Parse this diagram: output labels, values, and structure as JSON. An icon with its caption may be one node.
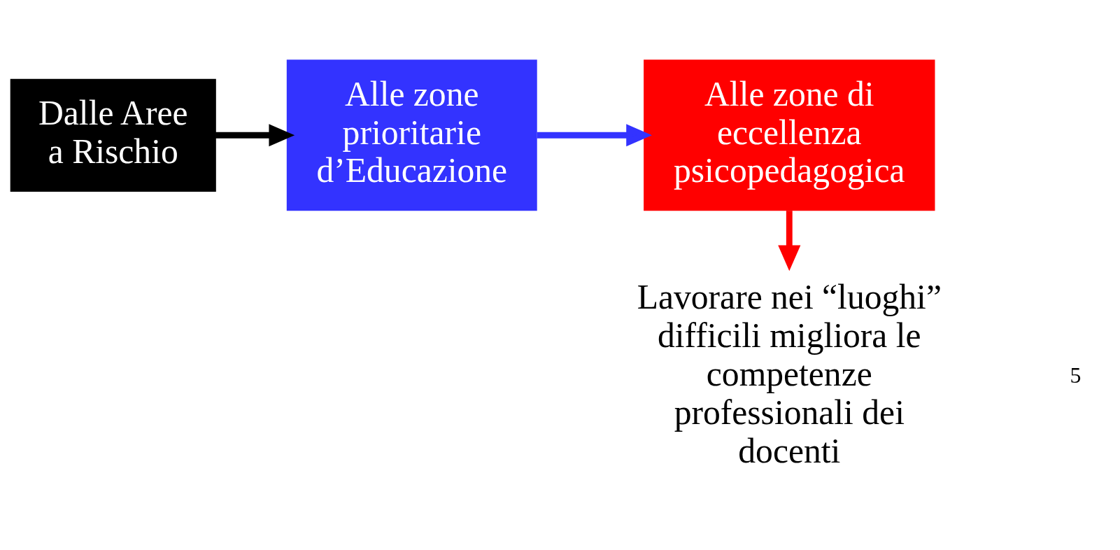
{
  "diagram": {
    "nodes": [
      {
        "text": [
          "Dalle Aree a Rischio"
        ]
      },
      {
        "text": [
          "Alle zone prioritarie d’Educazione"
        ]
      },
      {
        "text": [
          "Alle zone di eccellenza psicopedagogica"
        ]
      },
      {
        "text": [
          "Lavorare nei “luoghi” difficili migliora le competenze professionali dei docenti"
        ]
      }
    ],
    "edges": [
      {
        "from": 0,
        "to": 1,
        "arrow": "to",
        "color": "#000000"
      },
      {
        "from": 1,
        "to": 2,
        "arrow": "to",
        "color": "#3333ff"
      },
      {
        "from": 2,
        "to": 3,
        "arrow": "to",
        "color": "#ff0000"
      }
    ],
    "labels": [
      "5"
    ]
  }
}
